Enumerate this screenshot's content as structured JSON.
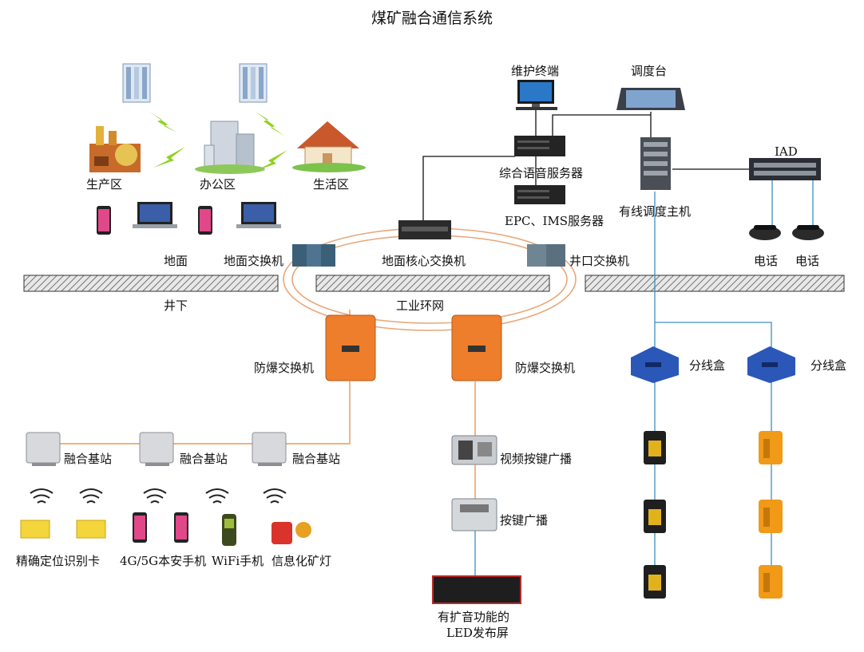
{
  "title": "煤矿融合通信系统",
  "labels": {
    "production_area": "生产区",
    "office_area": "办公区",
    "living_area": "生活区",
    "ground": "地面",
    "ground_switch": "地面交换机",
    "ground_core_switch": "地面核心交换机",
    "wellhead_switch": "井口交换机",
    "underground": "井下",
    "industrial_ring": "工业环网",
    "maintenance_terminal": "维护终端",
    "dispatch_console": "调度台",
    "voice_server": "综合语音服务器",
    "epc_ims_server": "EPC、IMS服务器",
    "wired_dispatch_host": "有线调度主机",
    "iad": "IAD",
    "phone_1": "电话",
    "phone_2": "电话",
    "explosion_switch_1": "防爆交换机",
    "explosion_switch_2": "防爆交换机",
    "junction_box_1": "分线盒",
    "junction_box_2": "分线盒",
    "base_station_1": "融合基站",
    "base_station_2": "融合基站",
    "base_station_3": "融合基站",
    "video_broadcast": "视频按键广播",
    "key_broadcast": "按键广播",
    "positioning_card": "精确定位识别卡",
    "safe_phone": "4G/5G本安手机",
    "wifi_phone": "WiFi手机",
    "mine_lamp": "信息化矿灯",
    "led_screen_line1": "有扩音功能的",
    "led_screen_line2": "LED发布屏"
  },
  "colors": {
    "cable": "#3a8fc4",
    "ring": "#e8a77a",
    "fiber": "#e59a55",
    "explosion_box": "#ee7d2c",
    "junction_box": "#2a57b8",
    "mine_phone_dark": "#1f1f1f",
    "mine_phone_orange": "#f09a18"
  }
}
